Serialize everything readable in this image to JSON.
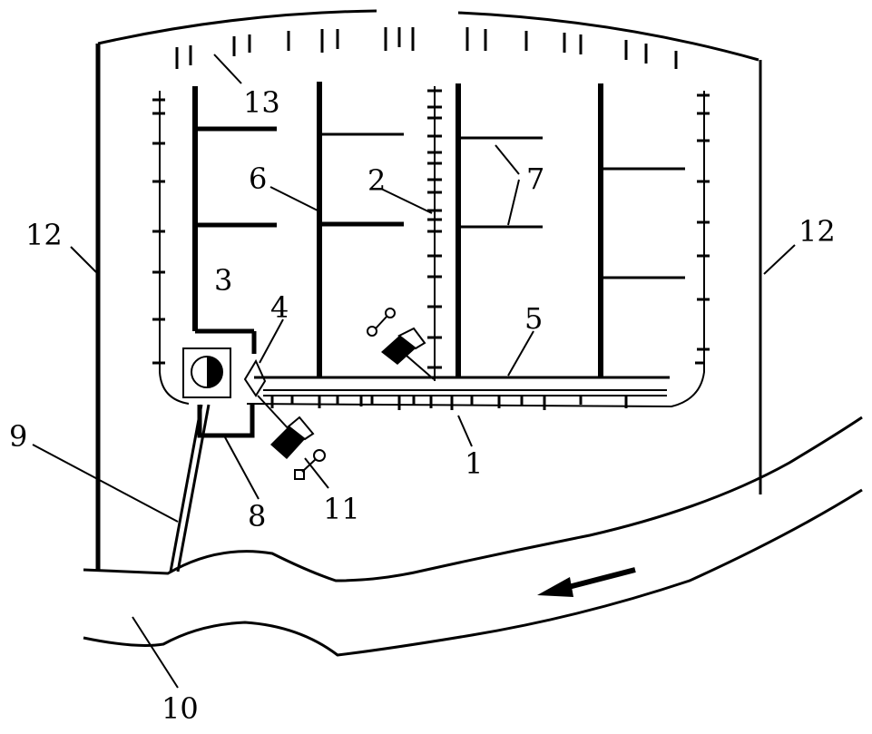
{
  "labels": {
    "l1": "1",
    "l2": "2",
    "l3": "3",
    "l4": "4",
    "l5": "5",
    "l6": "6",
    "l7": "7",
    "l8": "8",
    "l9": "9",
    "l10": "10",
    "l11": "11",
    "l12_left": "12",
    "l12_right": "12",
    "l13": "13"
  },
  "colors": {
    "ink": "#000000",
    "paper": "#ffffff"
  },
  "icons": [
    "camera-icon",
    "flow-arrow-icon",
    "circle-sensor-icon"
  ]
}
